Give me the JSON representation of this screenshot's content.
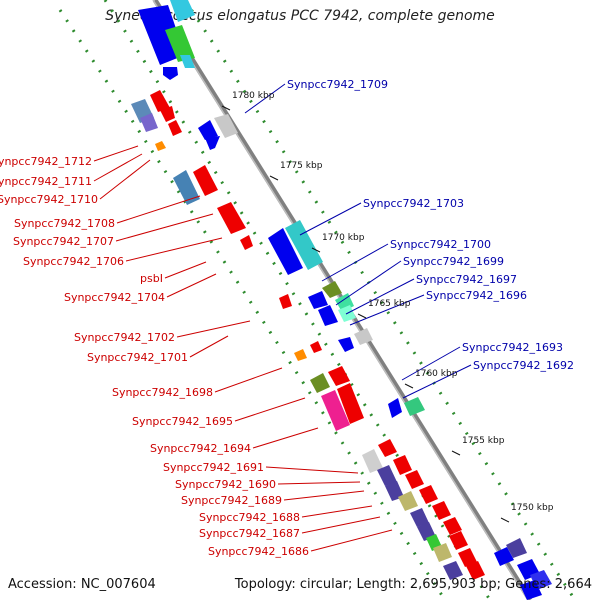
{
  "title": "Synechococcus elongatus PCC 7942, complete genome",
  "accession": "Accession: NC_007604",
  "topology": "Topology: circular; Length: 2,695,903 bp; Genes: 2,664",
  "ticks": [
    "1780 kbp",
    "1775 kbp",
    "1770 kbp",
    "1765 kbp",
    "1760 kbp",
    "1755 kbp",
    "1750 kbp"
  ],
  "labels_left": [
    "Synpcc7942_1712",
    "Synpcc7942_1711",
    "Synpcc7942_1710",
    "Synpcc7942_1708",
    "Synpcc7942_1707",
    "Synpcc7942_1706",
    "psbI",
    "Synpcc7942_1704",
    "Synpcc7942_1702",
    "Synpcc7942_1701",
    "Synpcc7942_1698",
    "Synpcc7942_1695",
    "Synpcc7942_1694",
    "Synpcc7942_1691",
    "Synpcc7942_1690",
    "Synpcc7942_1689",
    "Synpcc7942_1688",
    "Synpcc7942_1687",
    "Synpcc7942_1686"
  ],
  "labels_right": [
    "Synpcc7942_1709",
    "Synpcc7942_1703",
    "Synpcc7942_1700",
    "Synpcc7942_1699",
    "Synpcc7942_1697",
    "Synpcc7942_1696",
    "Synpcc7942_1693",
    "Synpcc7942_1692"
  ],
  "colors": {
    "left_label": "#cc0000",
    "right_label": "#0000aa",
    "backbone": "#808080",
    "dots": "#2e8b2e"
  }
}
